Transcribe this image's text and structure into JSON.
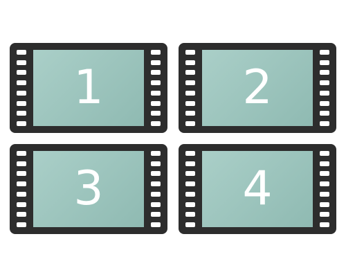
{
  "frames": [
    {
      "label": "1"
    },
    {
      "label": "2"
    },
    {
      "label": "3"
    },
    {
      "label": "4"
    }
  ],
  "colors": {
    "film": "#2d2d2d",
    "screen_light": "#aacfc8",
    "screen_dark": "#8fbab2",
    "numeral": "#ffffff",
    "perforation": "#ffffff"
  }
}
